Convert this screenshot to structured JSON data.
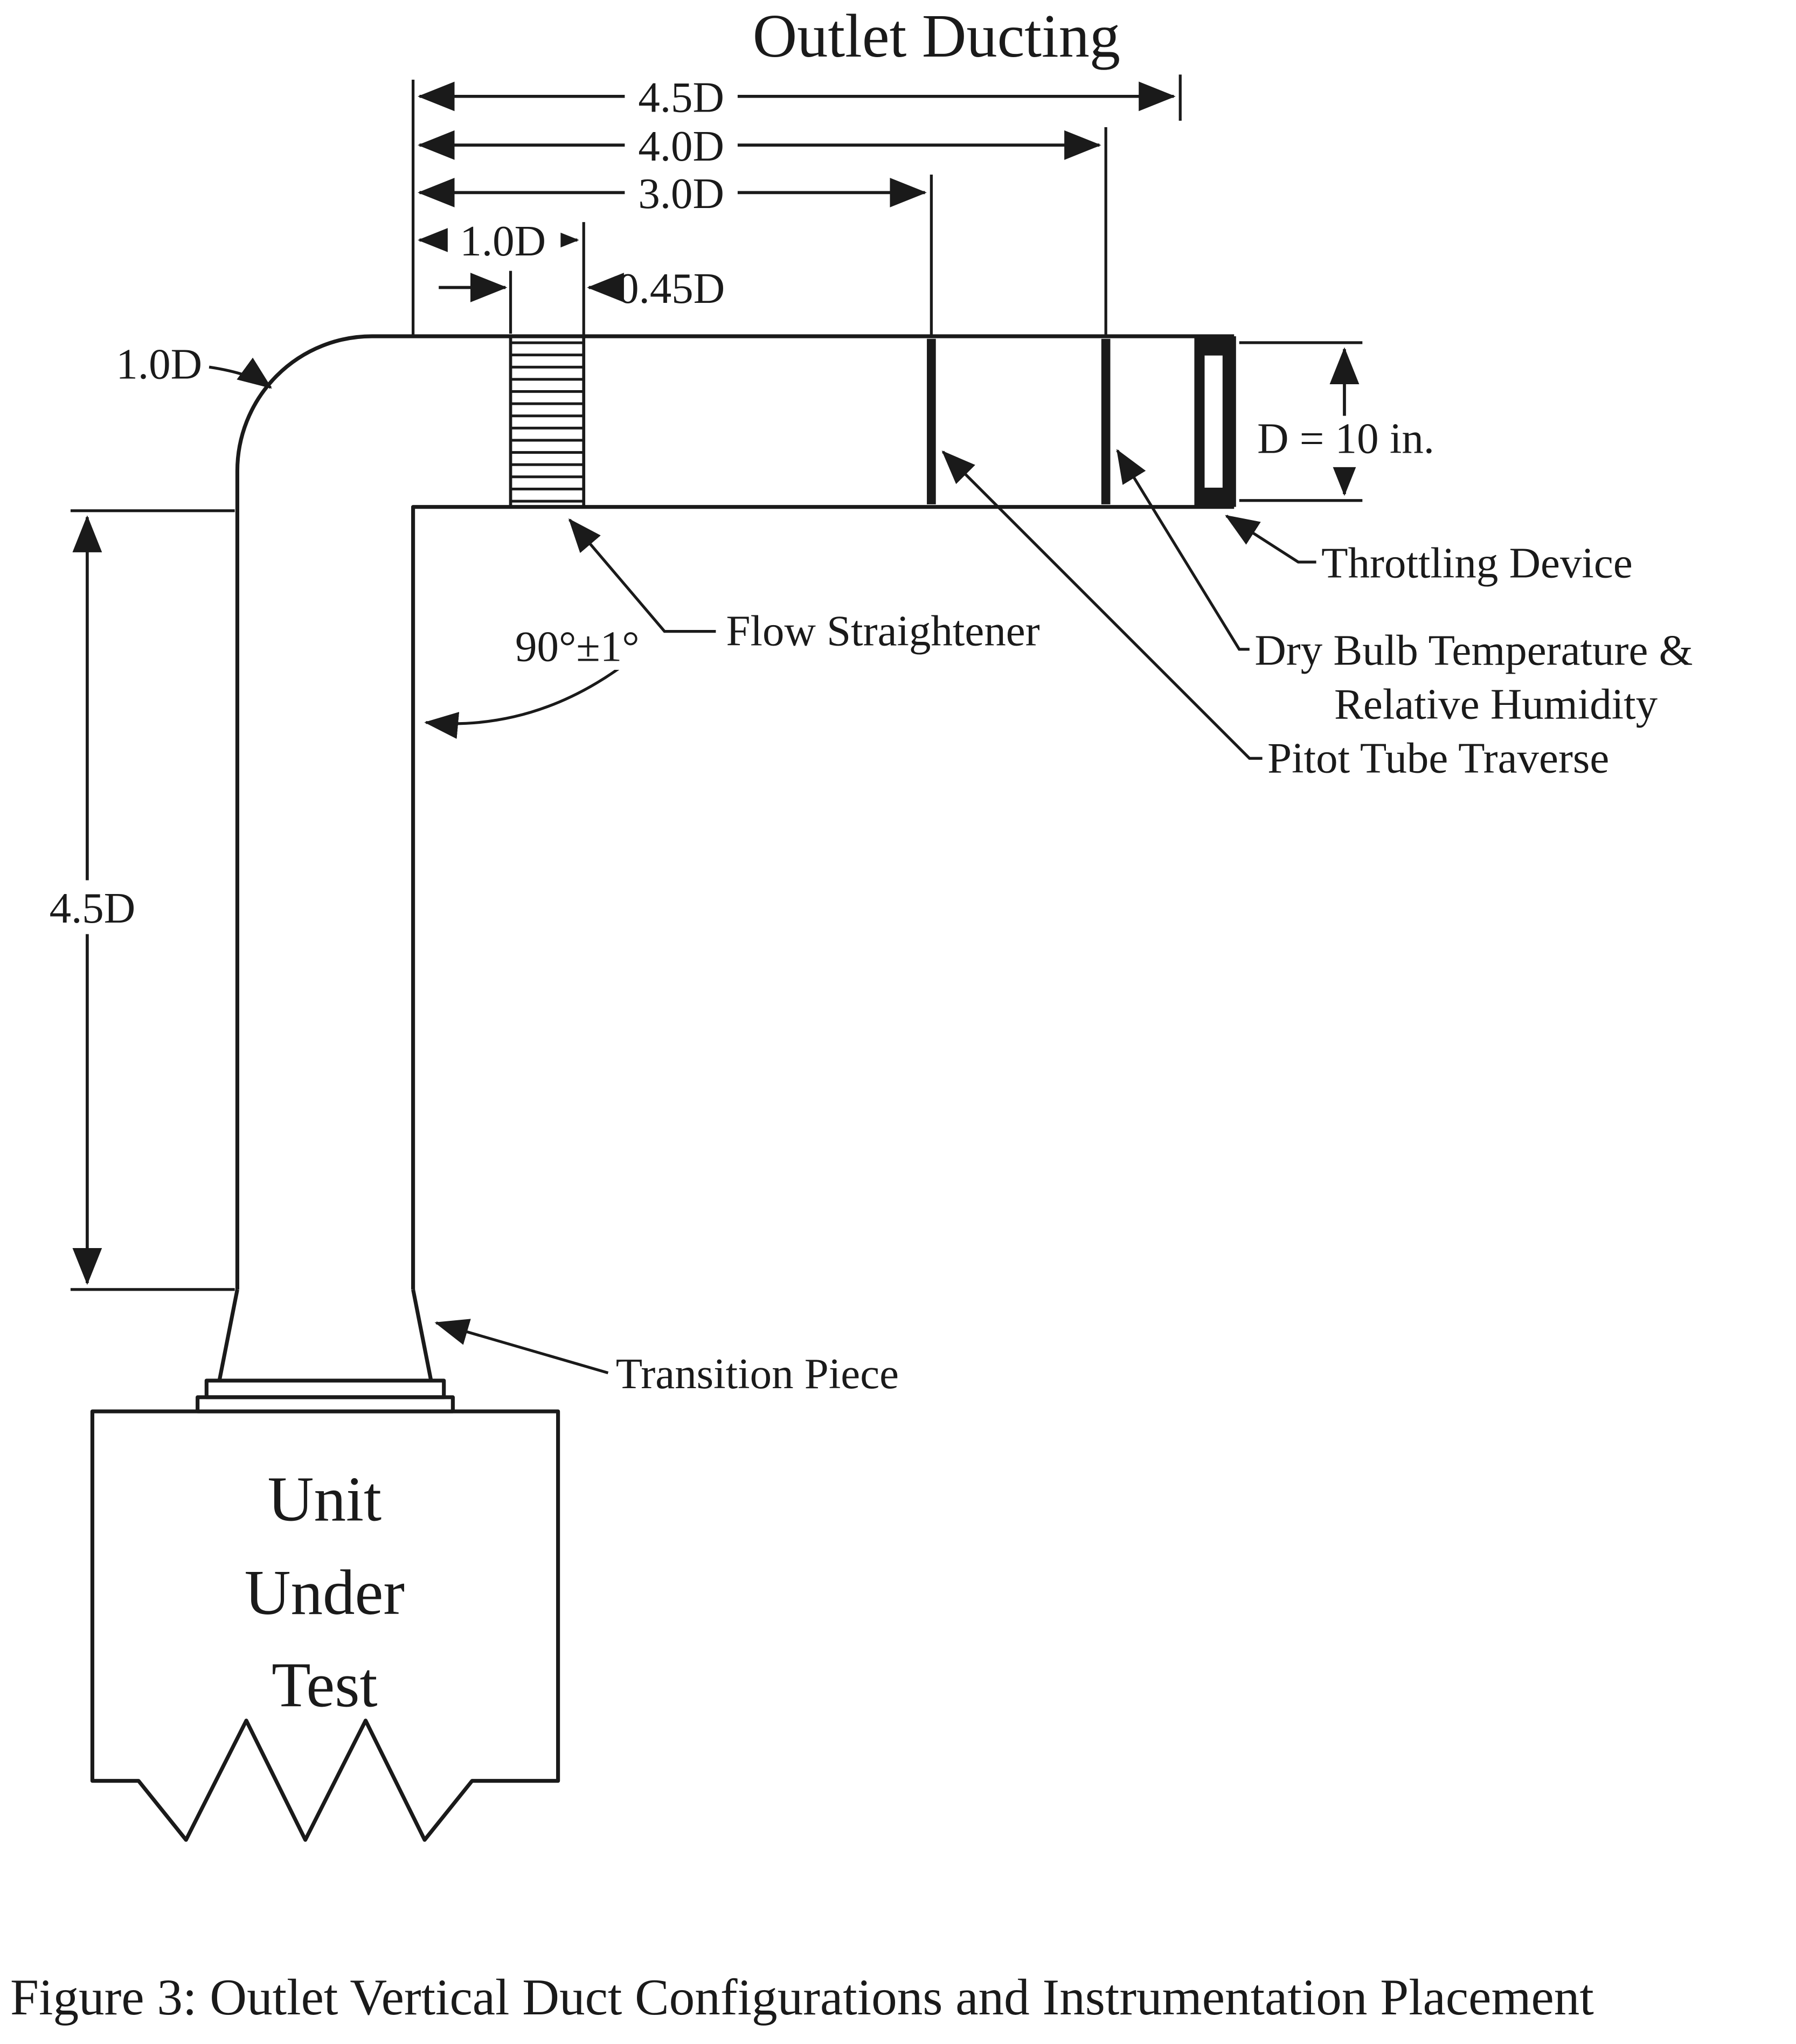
{
  "diagram": {
    "title": "Outlet Ducting",
    "dimensions": {
      "top_4_5d": "4.5D",
      "top_4_0d": "4.0D",
      "top_3_0d": "3.0D",
      "top_1_0d": "1.0D",
      "top_0_45d": "0.45D",
      "bend_radius": "1.0D",
      "vertical_4_5d": "4.5D",
      "duct_diameter": "D = 10 in.",
      "angle": "90°±1°"
    },
    "labels": {
      "throttling_device": "Throttling Device",
      "flow_straightener": "Flow Straightener",
      "dry_bulb_line1": "Dry Bulb Temperature &",
      "dry_bulb_line2": "Relative Humidity",
      "pitot_tube": "Pitot Tube Traverse",
      "transition_piece": "Transition Piece",
      "unit_line1": "Unit",
      "unit_line2": "Under",
      "unit_line3": "Test"
    },
    "caption": "Figure 3: Outlet Vertical Duct Configurations and Instrumentation Placement",
    "colors": {
      "line": "#1a1a1a",
      "background": "#ffffff"
    }
  }
}
